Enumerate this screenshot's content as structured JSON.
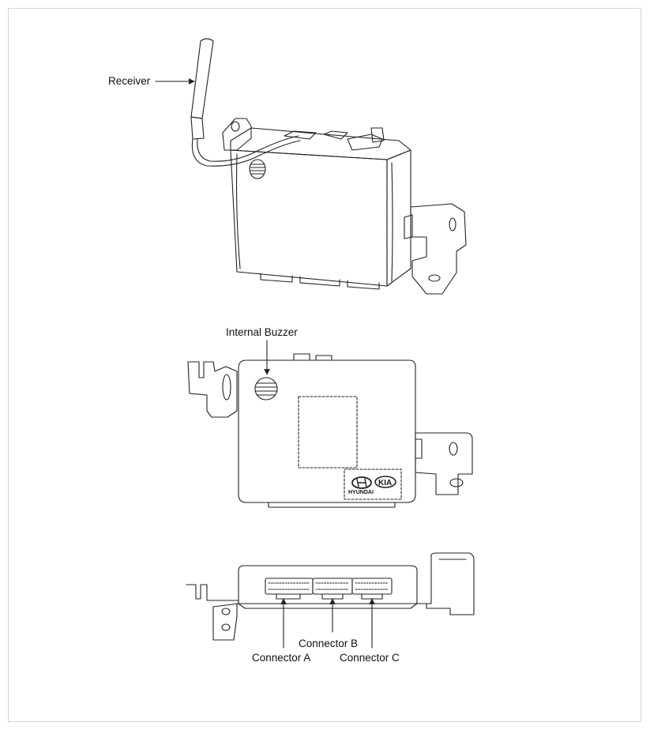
{
  "labels": {
    "receiver": "Receiver",
    "internal_buzzer": "Internal Buzzer",
    "connector_a": "Connector A",
    "connector_b": "Connector B",
    "connector_c": "Connector C"
  },
  "logos": {
    "hyundai": "HYUNDAI",
    "kia": "KIA"
  },
  "colors": {
    "line": "#222222",
    "frame": "#d4d4d4",
    "background": "#ffffff"
  }
}
